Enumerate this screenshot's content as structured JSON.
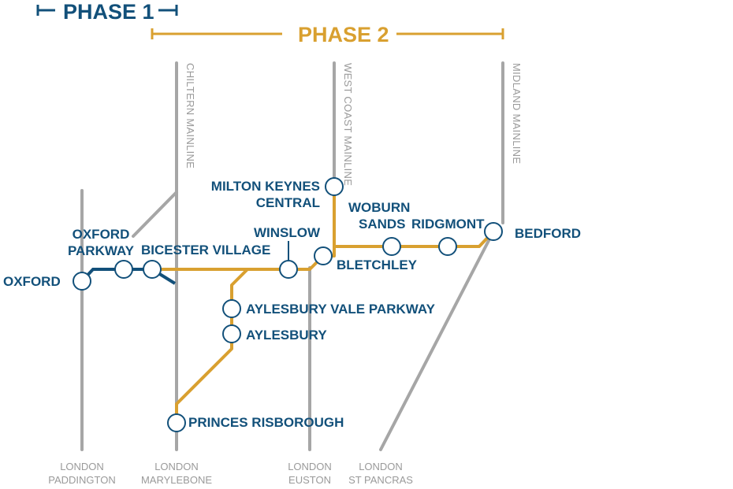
{
  "phases": {
    "phase1": {
      "label": "PHASE 1",
      "color": "#12507a"
    },
    "phase2": {
      "label": "PHASE 2",
      "color": "#d9a030"
    }
  },
  "mainlines": {
    "chiltern": "CHILTERN MAINLINE",
    "west_coast": "WEST COAST MAINLINE",
    "midland": "MIDLAND MAINLINE"
  },
  "termini": {
    "paddington": [
      "LONDON",
      "PADDINGTON"
    ],
    "marylebone": [
      "LONDON",
      "MARYLEBONE"
    ],
    "euston": [
      "LONDON",
      "EUSTON"
    ],
    "st_pancras": [
      "LONDON",
      "ST PANCRAS"
    ]
  },
  "stations": {
    "oxford": "OXFORD",
    "oxford_parkway": [
      "OXFORD",
      "PARKWAY"
    ],
    "bicester_village": "BICESTER VILLAGE",
    "winslow": "WINSLOW",
    "milton_keynes_central": [
      "MILTON KEYNES",
      "CENTRAL"
    ],
    "bletchley": "BLETCHLEY",
    "woburn_sands": [
      "WOBURN",
      "SANDS"
    ],
    "ridgmont": "RIDGMONT",
    "bedford": "BEDFORD",
    "aylesbury_vale_parkway": "AYLESBURY VALE PARKWAY",
    "aylesbury": "AYLESBURY",
    "princes_risborough": "PRINCES RISBOROUGH"
  },
  "colors": {
    "mainline": "#a6a6a6",
    "phase1_line": "#12507a",
    "phase2_line": "#d9a030",
    "station_ring": "#12507a"
  }
}
